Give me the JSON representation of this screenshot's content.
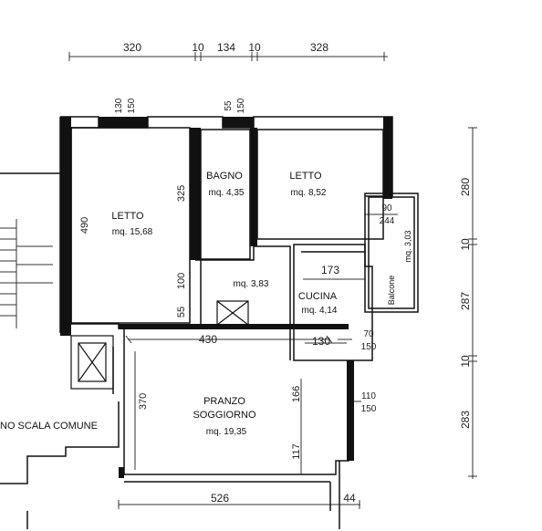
{
  "top_dimensions": [
    "320",
    "10",
    "134",
    "10",
    "328"
  ],
  "bottom_dimensions": [
    "526",
    "44"
  ],
  "right_dimensions": [
    "280",
    "10",
    "287",
    "10",
    "283"
  ],
  "interior_dimensions": {
    "letto1_height": "490",
    "letto1_inner": "325",
    "letto1_window_a": "130",
    "letto1_window_b": "150",
    "bagno_window_a": "55",
    "bagno_window_b": "150",
    "corridor_100": "100",
    "corridor_55": "55",
    "soggiorno_width": "430",
    "soggiorno_height": "370",
    "soggiorno_166": "166",
    "soggiorno_117": "117",
    "cucina_width": "173",
    "cucina_130": "130",
    "window_70": "70",
    "window_150a": "150",
    "window_110": "110",
    "window_150b": "150",
    "balcone_90": "90",
    "balcone_244": "244"
  },
  "rooms": {
    "letto1": {
      "name": "LETTO",
      "area": "mq. 15,68"
    },
    "bagno": {
      "name": "BAGNO",
      "area": "mq. 4,35"
    },
    "letto2": {
      "name": "LETTO",
      "area": "mq. 8,52"
    },
    "disimpegno": {
      "area": "mq. 3,83"
    },
    "cucina": {
      "name": "CUCINA",
      "area": "mq. 4,14"
    },
    "soggiorno": {
      "name_line1": "PRANZO",
      "name_line2": "SOGGIORNO",
      "area": "mq. 19,35"
    },
    "balcone": {
      "name": "Balcone",
      "area": "mq. 3,03"
    }
  },
  "stair_label": "NO SCALA COMUNE"
}
